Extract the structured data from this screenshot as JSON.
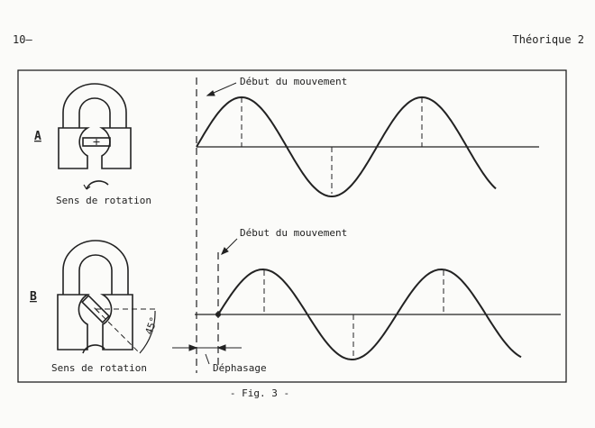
{
  "header": {
    "page_number": "10–",
    "section": "Théorique 2"
  },
  "figure": {
    "caption": "- Fig. 3 -",
    "panel_a": {
      "label": "A",
      "rotation_label": "Sens de rotation",
      "start_label": "Début du mouvement"
    },
    "panel_b": {
      "label": "B",
      "rotation_label": "Sens de rotation",
      "start_label": "Début du mouvement",
      "angle_label": "45°",
      "phase_label": "Déphasage",
      "phase_deg": 45
    }
  }
}
